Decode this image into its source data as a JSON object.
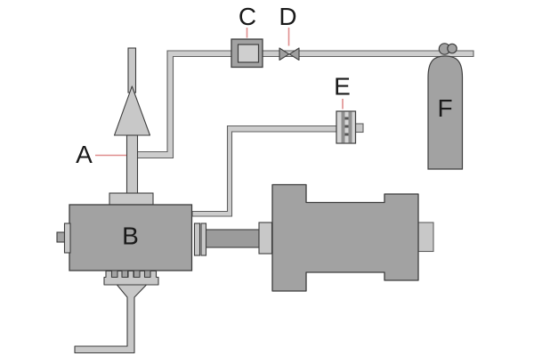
{
  "diagram": {
    "type": "schematic",
    "description": "apparatus-schematic-with-gas-cylinder-burner-engine",
    "background": "#ffffff",
    "colors": {
      "machine_fill": "#a2a2a2",
      "light_fill": "#c8c8c8",
      "pipe_fill": "#cdcdcd",
      "machine_outline": "#3d3d3d",
      "pipe_outline": "#606060",
      "leader_red": "#df8e8e",
      "label_text": "#1a1a1a"
    },
    "labels": {
      "A": "A",
      "B": "B",
      "C": "C",
      "D": "D",
      "E": "E",
      "F": "F"
    },
    "components": {
      "A": "burner-stack-pipe",
      "B": "engine-block",
      "C": "flow-meter-box",
      "D": "inline-valve",
      "E": "inline-sensor",
      "F": "gas-cylinder"
    }
  }
}
